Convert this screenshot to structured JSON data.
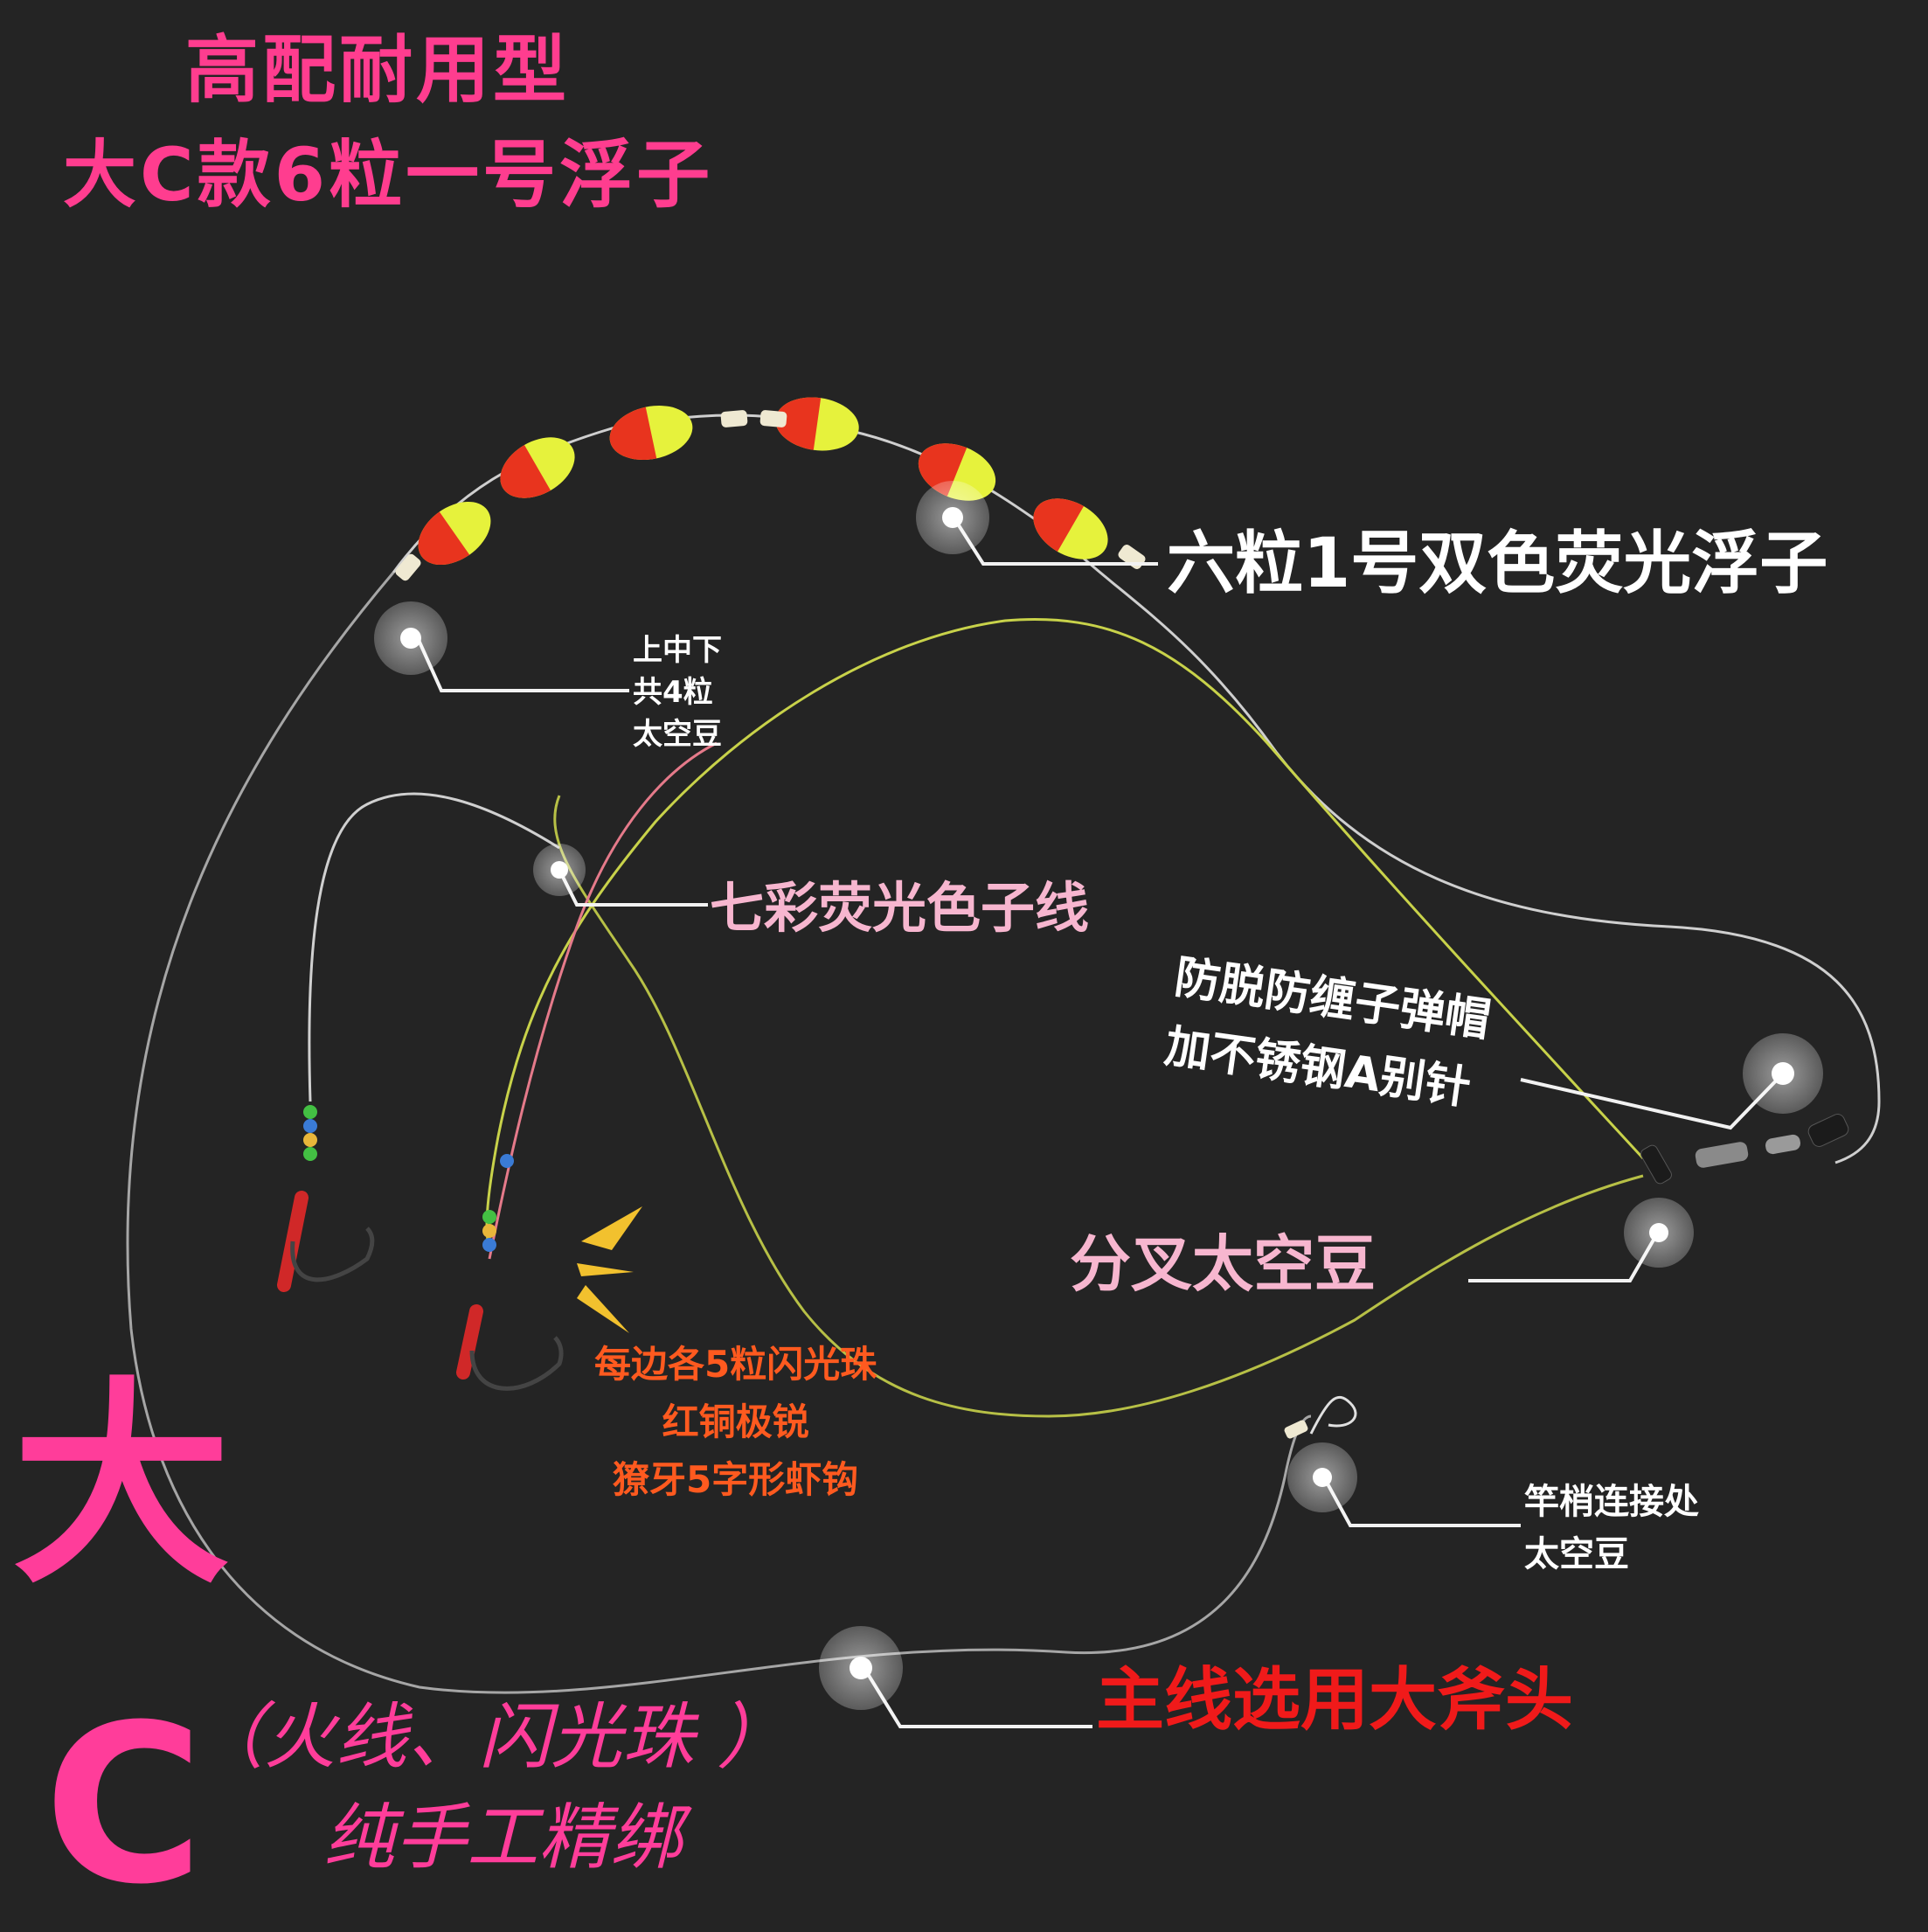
{
  "title": {
    "line1": "高配耐用型",
    "line2": "大C款6粒一号浮子"
  },
  "badge": {
    "da": "大",
    "c": "C"
  },
  "handwritten": {
    "line1": "（火线、闪光珠 ）",
    "line2": "纯手工精绑"
  },
  "callouts": {
    "floats": "六粒1号双色荧光浮子",
    "beans4": [
      "上中下",
      "共4粒",
      "太空豆"
    ],
    "subline": "七彩荧光色子线",
    "clip": [
      "防脱防缠子弹帽",
      "加不锈钢A别针"
    ],
    "fork": "分叉太空豆",
    "hooks": [
      "每边各5粒闪光珠",
      "红铜极锐",
      "獠牙5字形虾钩"
    ],
    "rod": [
      "竿梢连接处",
      "太空豆"
    ],
    "mainline": "主线选用大斧头"
  },
  "colors": {
    "background": "#242424",
    "title_pink": "#ff3d8f",
    "float_red": "#e8341e",
    "float_yellow": "#e6f23c",
    "subline_yellow": "#c8d24a",
    "callout_orange": "#ff5a1f",
    "callout_red": "#f01a1a",
    "callout_pink": "#f7b6cf"
  }
}
